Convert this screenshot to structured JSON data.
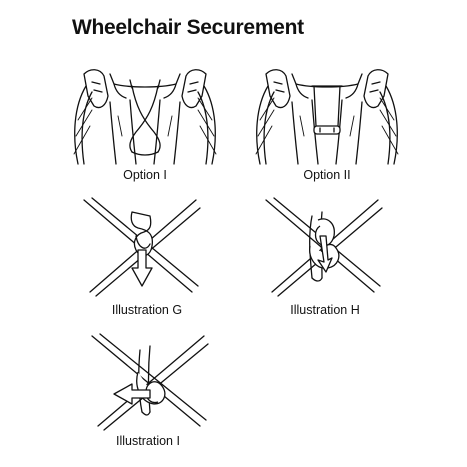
{
  "title": "Wheelchair Securement",
  "figures": {
    "option_1": {
      "caption": "Option I"
    },
    "option_2": {
      "caption": "Option II"
    },
    "illustration_g": {
      "caption": "Illustration G"
    },
    "illustration_h": {
      "caption": "Illustration H"
    },
    "illustration_i": {
      "caption": "Illustration I"
    }
  }
}
